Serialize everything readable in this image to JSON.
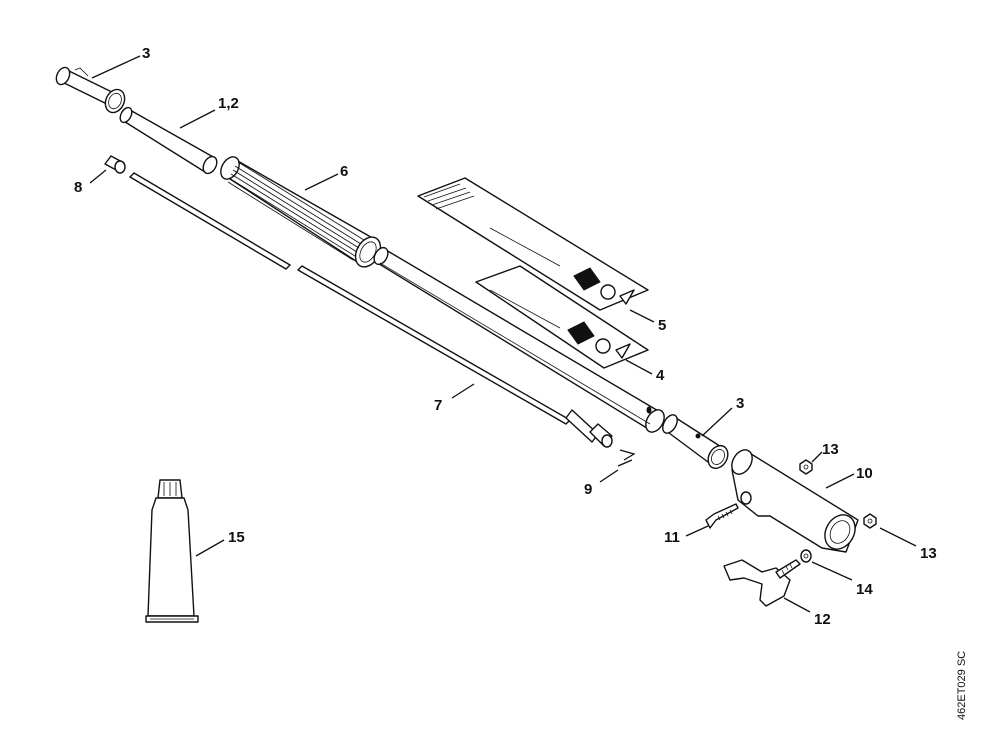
{
  "callouts": {
    "c3a": "3",
    "c12": "1,2",
    "c6": "6",
    "c8": "8",
    "c5": "5",
    "c4": "4",
    "c7": "7",
    "c3b": "3",
    "c9": "9",
    "c13a": "13",
    "c10": "10",
    "c11": "11",
    "c13b": "13",
    "c14": "14",
    "c12b": "12",
    "c15": "15"
  },
  "reference_code": "462ET029 SC"
}
